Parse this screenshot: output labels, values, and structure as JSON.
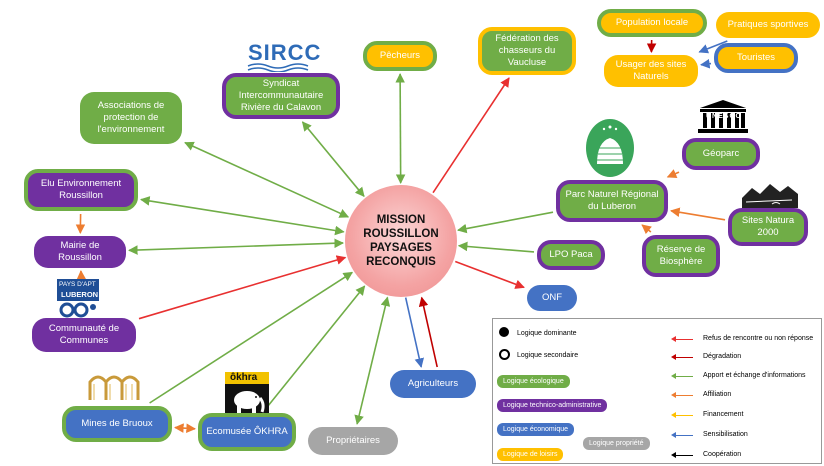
{
  "center": {
    "l1": "MISSION",
    "l2": "ROUSSILLON",
    "l3": "PAYSAGES",
    "l4": "RECONQUIS"
  },
  "nodes": {
    "sircc": "Syndicat Intercommunautaire Rivière du Calavon",
    "pecheurs": "Pêcheurs",
    "federation": "Fédération des chasseurs du Vaucluse",
    "population": "Population locale",
    "pratiques": "Pratiques sportives",
    "usager": "Usager des sites Naturels",
    "touristes": "Touristes",
    "associations": "Associations de protection de l'environnement",
    "elu": "Elu Environnement Roussillon",
    "mairie": "Mairie de Roussillon",
    "cc": "Communauté de Communes",
    "geoparc": "Géoparc",
    "pnr": "Parc Naturel Régional du Luberon",
    "natura": "Sites Natura 2000",
    "biosphere": "Réserve de Biosphère",
    "lpo": "LPO Paca",
    "onf": "ONF",
    "agriculteurs": "Agriculteurs",
    "proprietaires": "Propriétaires",
    "ecomusee": "Ecomusée ÔKHRA",
    "mines": "Mines de Bruoux"
  },
  "logos": {
    "sircc": "SIRCC",
    "unesco": "UNESCO",
    "pays_apt_1": "PAYS D'APT",
    "pays_apt_2": "LUBERON",
    "okhra": "ôkhra"
  },
  "legend": {
    "dominante": "Logique dominante",
    "secondaire": "Logique secondaire",
    "ecologique": "Logique écologique",
    "technico": "Logique technico-administrative",
    "economique": "Logique économique",
    "propriete": "Logique propriété",
    "loisirs": "Logique de loisirs",
    "refus": "Refus de rencontre ou non réponse",
    "degradation": "Dégradation",
    "apport": "Apport et échange d'informations",
    "affiliation": "Affiliation",
    "financement": "Financement",
    "sensibilisation": "Sensibilisation",
    "cooperation": "Coopération"
  },
  "colors": {
    "ecologique": "#70ad47",
    "technico": "#7030a0",
    "economique": "#4472c4",
    "propriete": "#a6a6a6",
    "loisirs": "#ffc000",
    "refus": "#e83030",
    "degradation": "#c00000",
    "apport": "#70ad47",
    "affiliation": "#ed7d31",
    "financement": "#ffc000",
    "sensibilisation": "#4472c4",
    "cooperation": "#000000"
  },
  "edges": [
    {
      "from": "pecheurs",
      "to": "center",
      "type": "apport",
      "both": true
    },
    {
      "from": "sircc",
      "to": "center",
      "type": "apport",
      "both": true
    },
    {
      "from": "associations",
      "to": "center",
      "type": "apport",
      "both": true
    },
    {
      "from": "elu",
      "to": "center",
      "type": "apport",
      "both": true
    },
    {
      "from": "mairie",
      "to": "center",
      "type": "apport",
      "both": true
    },
    {
      "from": "cc",
      "to": "center",
      "type": "refus",
      "both": false
    },
    {
      "from": "center",
      "to": "federation",
      "type": "refus",
      "both": false
    },
    {
      "from": "pnr",
      "to": "center",
      "type": "apport",
      "both": false
    },
    {
      "from": "lpo",
      "to": "center",
      "type": "apport",
      "both": false
    },
    {
      "from": "center",
      "to": "onf",
      "type": "refus",
      "both": false
    },
    {
      "from": "agriculteurs",
      "to": "center",
      "type": "degradation",
      "both": false
    },
    {
      "from": "center",
      "to": "agriculteurs",
      "type": "sensibilisation",
      "both": false
    },
    {
      "from": "proprietaires",
      "to": "center",
      "type": "apport",
      "both": true
    },
    {
      "from": "ecomusee",
      "to": "center",
      "type": "apport",
      "both": false
    },
    {
      "from": "mines",
      "to": "center",
      "type": "apport",
      "both": false
    },
    {
      "from": "ecomusee",
      "to": "mines",
      "type": "affiliation",
      "both": true
    },
    {
      "from": "elu",
      "to": "mairie",
      "type": "affiliation",
      "both": false
    },
    {
      "from": "cc",
      "to": "mairie",
      "type": "affiliation",
      "both": false
    },
    {
      "from": "population",
      "to": "usager",
      "type": "degradation",
      "both": false
    },
    {
      "from": "pratiques",
      "to": "usager",
      "type": "sensibilisation",
      "both": false
    },
    {
      "from": "touristes",
      "to": "usager",
      "type": "sensibilisation",
      "both": false
    },
    {
      "from": "geoparc",
      "to": "pnr",
      "type": "affiliation",
      "both": false
    },
    {
      "from": "natura",
      "to": "pnr",
      "type": "affiliation",
      "both": false
    },
    {
      "from": "biosphere",
      "to": "pnr",
      "type": "affiliation",
      "both": false
    }
  ]
}
